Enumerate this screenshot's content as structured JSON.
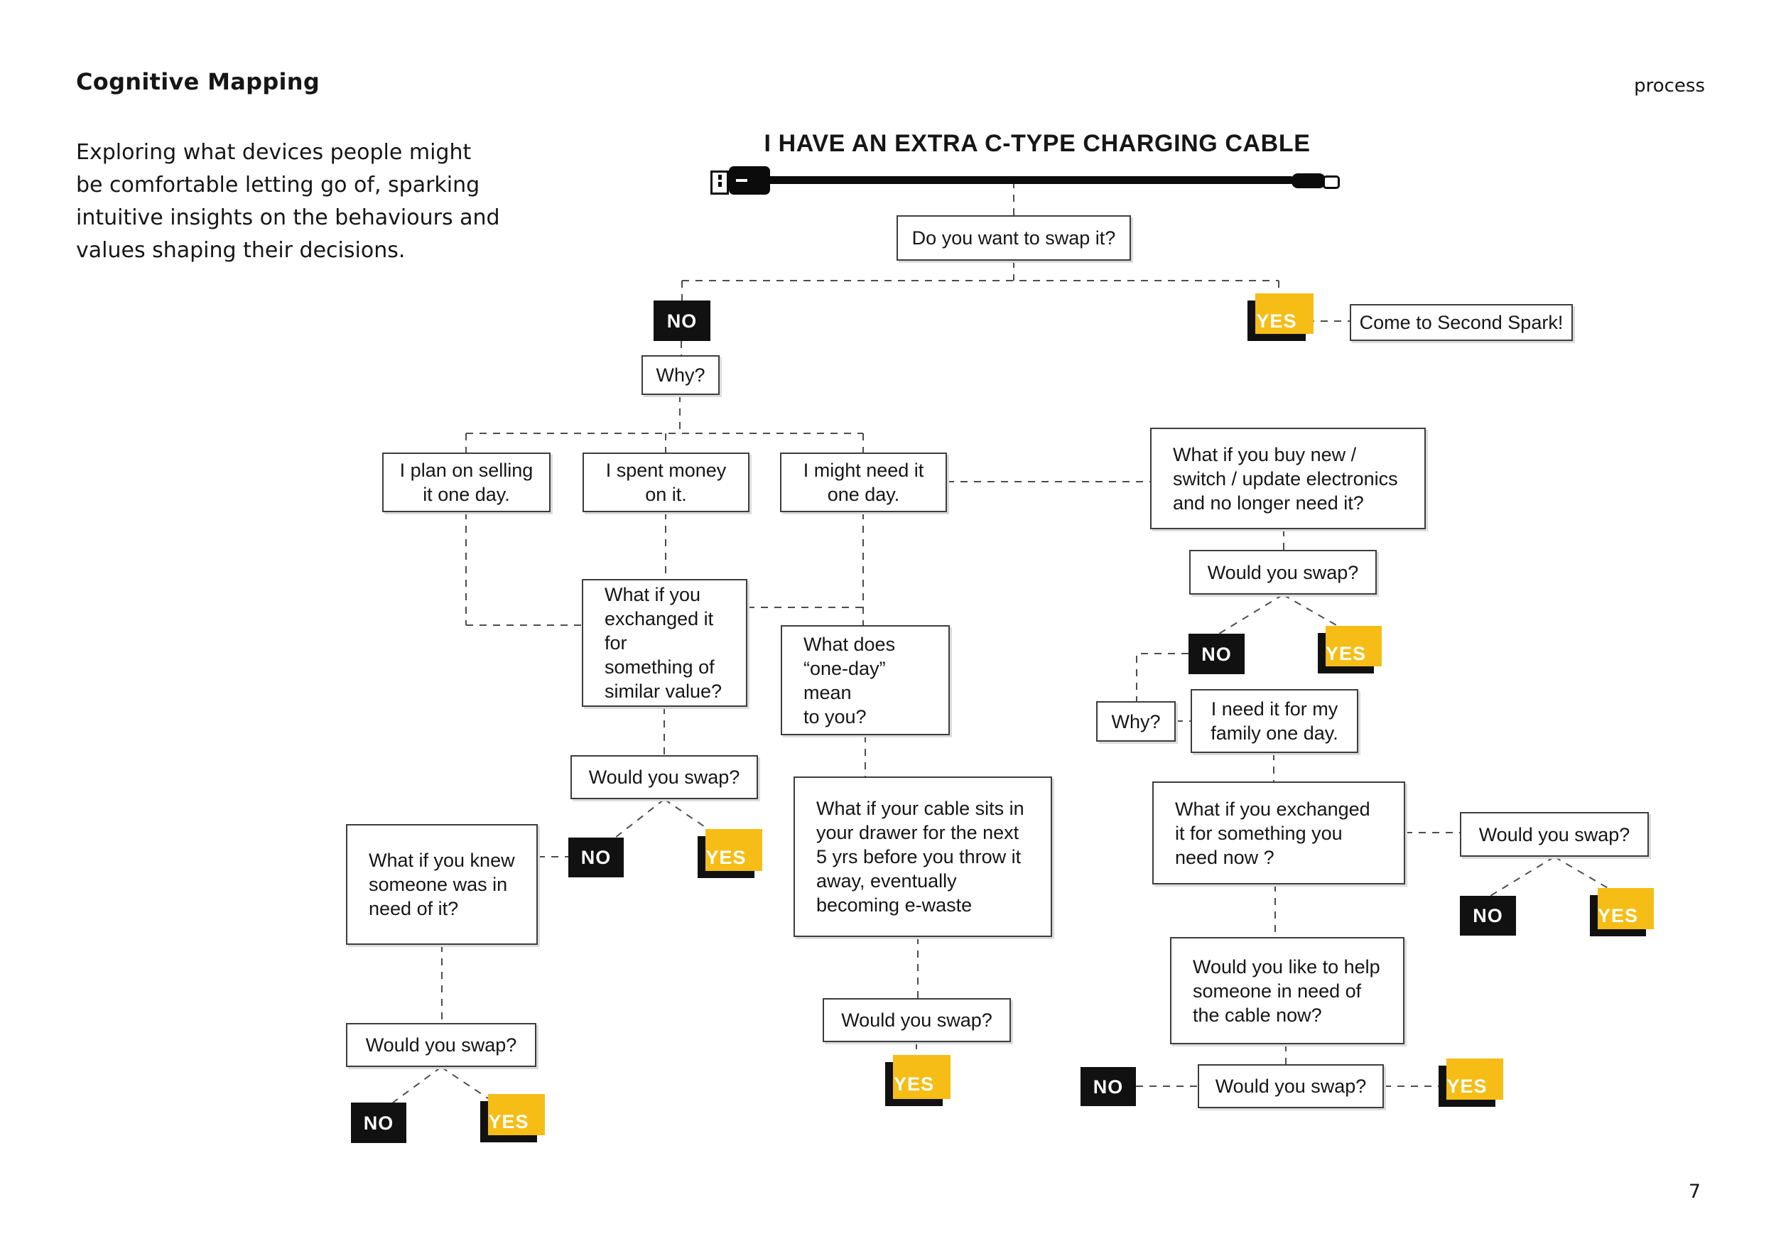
{
  "page": {
    "title": "Cognitive Mapping",
    "description": "Exploring what devices people might\nbe comfortable letting go of, sparking\nintuitive insights on the behaviours and\nvalues shaping their decisions.",
    "corner_label": "process",
    "page_number": "7"
  },
  "colors": {
    "accent_yellow": "#F5BD16",
    "node_black": "#111111",
    "line_gray": "#4d4d4d"
  },
  "diagram": {
    "heading": "I HAVE AN EXTRA C-TYPE CHARGING CABLE",
    "cable_graphic": "usb-a-to-usb-c-cable",
    "nodes": {
      "q_swap": {
        "text": "Do you want to swap it?"
      },
      "no1": {
        "text": "NO"
      },
      "yes1": {
        "text": "YES"
      },
      "come": {
        "text": "Come to Second Spark!"
      },
      "why1": {
        "text": "Why?"
      },
      "plan": {
        "text": "I plan on selling\nit one day."
      },
      "spent": {
        "text": "I spent money\non it."
      },
      "might": {
        "text": "I might need it\none day."
      },
      "buynew": {
        "text": "What if you buy new /\nswitch / update electronics\nand no longer need it?"
      },
      "wys_r1": {
        "text": "Would you swap?"
      },
      "no_r": {
        "text": "NO"
      },
      "yes_r": {
        "text": "YES"
      },
      "why2": {
        "text": "Why?"
      },
      "ineed": {
        "text": "I need it for my\nfamily one day."
      },
      "exch2": {
        "text": "What if you exchanged\nit for something you\nneed now ?"
      },
      "wys_far": {
        "text": "Would you swap?"
      },
      "no_fr": {
        "text": "NO"
      },
      "yes_fr": {
        "text": "YES"
      },
      "helpbox": {
        "text": "Would you like to help\nsomeone in need of\nthe cable now?"
      },
      "wys_b": {
        "text": "Would you swap?"
      },
      "no_b": {
        "text": "NO"
      },
      "yes_b": {
        "text": "YES"
      },
      "exch1": {
        "text": "What if you\nexchanged it for\nsomething of\nsimilar value?"
      },
      "wys_l": {
        "text": "Would you swap?"
      },
      "no_l": {
        "text": "NO"
      },
      "yes_l": {
        "text": "YES"
      },
      "knew": {
        "text": "What if you knew\nsomeone was in\nneed of it?"
      },
      "wys_l2": {
        "text": "Would you swap?"
      },
      "no_l2": {
        "text": "NO"
      },
      "yes_l2": {
        "text": "YES"
      },
      "oneday": {
        "text": "What does\n“one-day” mean\nto you?"
      },
      "drawer": {
        "text": "What if your cable sits in\nyour drawer for the next\n5 yrs before you throw it\naway, eventually\nbecoming e-waste"
      },
      "wys_m": {
        "text": "Would you swap?"
      },
      "yes_m": {
        "text": "YES"
      }
    }
  }
}
